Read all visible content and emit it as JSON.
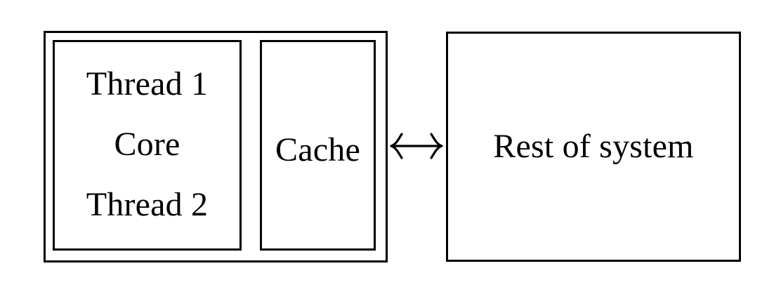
{
  "diagram": {
    "title": "CPU core with two threads, cache, and rest of system",
    "background_color": "#ffffff",
    "stroke_color": "#000000",
    "blocks": {
      "cpu_package": {
        "name": "cpu-package",
        "label": ""
      },
      "core": {
        "name": "core-block",
        "lines": [
          {
            "label": "Thread 1"
          },
          {
            "label": "Core"
          },
          {
            "label": "Thread 2"
          }
        ]
      },
      "cache": {
        "name": "cache-block",
        "label": "Cache"
      },
      "rest": {
        "name": "rest-block",
        "label": "Rest of system"
      }
    },
    "connector": {
      "name": "bidirectional-arrow",
      "glyph": "↔",
      "from": "Cache",
      "to": "Rest of system"
    }
  }
}
